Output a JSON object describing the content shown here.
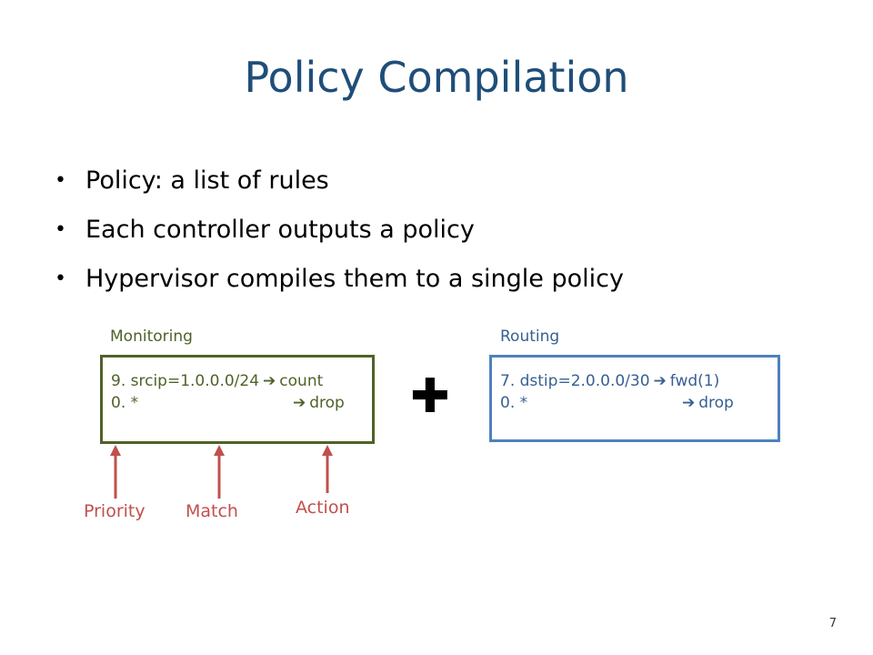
{
  "slide": {
    "title": "Policy Compilation",
    "bullet_glyph": "•",
    "bullets": [
      "Policy: a list of rules",
      "Each controller outputs a policy",
      "Hypervisor compiles them to a single policy"
    ],
    "page_number": "7"
  },
  "monitoring": {
    "label": "Monitoring",
    "rules": [
      {
        "text": "9. srcip=1.0.0.0/24",
        "arrow": "➔",
        "action": "count"
      },
      {
        "text": "0. *",
        "arrow": "➔",
        "action": "drop"
      }
    ]
  },
  "routing": {
    "label": "Routing",
    "rules": [
      {
        "text": "7. dstip=2.0.0.0/30",
        "arrow": "➔",
        "action": "fwd(1)"
      },
      {
        "text": "0. *",
        "arrow": "➔",
        "action": "drop"
      }
    ]
  },
  "plus_symbol": "✚",
  "annotations": {
    "priority": "Priority",
    "match": "Match",
    "action": "Action"
  },
  "colors": {
    "title": "#1f4e79",
    "monitoring": "#4f6228",
    "routing": "#4f81bd",
    "annotation": "#c0504d"
  }
}
